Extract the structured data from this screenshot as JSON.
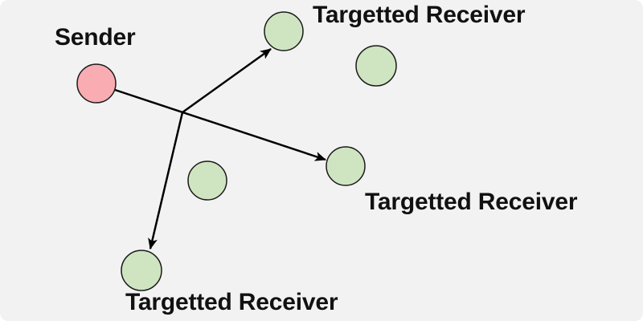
{
  "diagram": {
    "labels": {
      "sender": "Sender",
      "receiver_top": "Targetted Receiver",
      "receiver_right": "Targetted Receiver",
      "receiver_bottom": "Targetted Receiver"
    },
    "colors": {
      "background": "#F2F2F2",
      "sender_fill": "#F9ACB2",
      "receiver_fill": "#CFE5C2",
      "node_stroke": "#1A1A1A",
      "arrow": "#000000",
      "label_text": "#111111"
    }
  }
}
